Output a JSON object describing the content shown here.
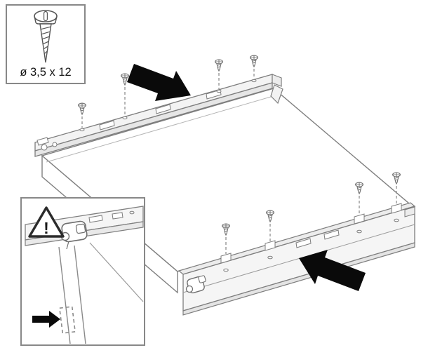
{
  "screw_spec": {
    "label": "ø 3,5 x 12",
    "icon": "screw-icon"
  },
  "warning": {
    "symbol": "!",
    "icon": "warning-triangle-icon"
  },
  "parts": {
    "back_screw_count": 4,
    "front_screw_count": 4,
    "install_arrow_count": 2
  },
  "colors": {
    "line": "#7f7f7f",
    "arrow": "#0a0a0a",
    "background": "#ffffff"
  }
}
